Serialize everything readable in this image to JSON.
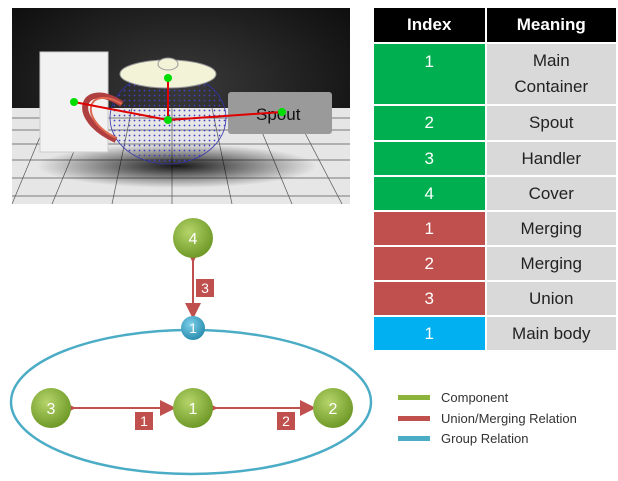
{
  "render": {
    "spout_label": "Spout"
  },
  "table": {
    "headers": {
      "index": "Index",
      "meaning": "Meaning"
    },
    "rows": [
      {
        "index": "1",
        "meaning": "Main Container",
        "group": "component"
      },
      {
        "index": "2",
        "meaning": "Spout",
        "group": "component"
      },
      {
        "index": "3",
        "meaning": "Handler",
        "group": "component"
      },
      {
        "index": "4",
        "meaning": "Cover",
        "group": "component"
      },
      {
        "index": "1",
        "meaning": "Merging",
        "group": "relation"
      },
      {
        "index": "2",
        "meaning": "Merging",
        "group": "relation"
      },
      {
        "index": "3",
        "meaning": "Union",
        "group": "relation"
      },
      {
        "index": "1",
        "meaning": "Main body",
        "group": "group"
      }
    ]
  },
  "graph": {
    "nodes": {
      "cover": "4",
      "main": "1",
      "handler": "3",
      "spout": "2",
      "group": "1"
    },
    "edges": {
      "handler_main": "1",
      "main_spout": "2",
      "cover_group": "3"
    }
  },
  "legend": {
    "component": "Component",
    "union": "Union/Merging Relation",
    "group": "Group Relation"
  },
  "colors": {
    "component": "#00b050",
    "relation": "#c0504d",
    "group": "#00b0f0",
    "node_green": "#8cb33a",
    "edge_red": "#c0504d",
    "group_ellipse": "#4bacc6"
  }
}
